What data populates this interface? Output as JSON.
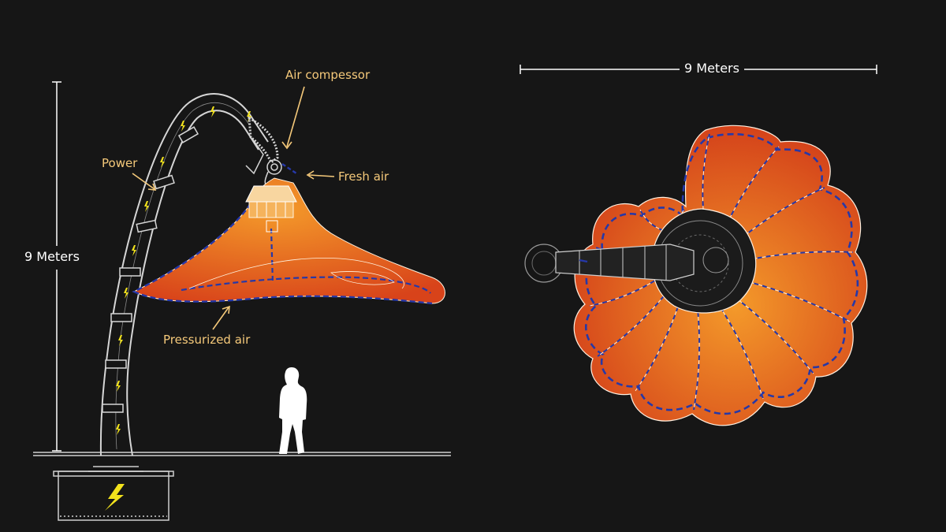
{
  "side_view": {
    "height_dimension": "9 Meters",
    "labels": {
      "air_compressor": "Air compessor",
      "fresh_air": "Fresh air",
      "power": "Power",
      "pressurized_air": "Pressurized air"
    }
  },
  "top_view": {
    "width_dimension": "9 Meters"
  },
  "colors": {
    "background": "#161616",
    "label": "#f5c97a",
    "canopy_light": "#f49a2a",
    "canopy_dark": "#d8431a",
    "air_dash": "#23349a",
    "power_bolt": "#f2e21c",
    "line": "#ffffff"
  },
  "icons": [
    "lightning-bolt-icon",
    "person-silhouette-icon"
  ]
}
